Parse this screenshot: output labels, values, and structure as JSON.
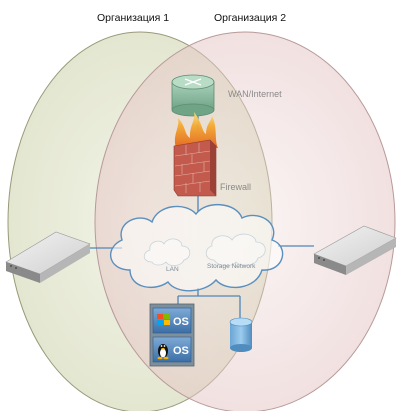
{
  "organizations": {
    "org1": {
      "label": "Организация 1",
      "color": "#c9cfa4"
    },
    "org2": {
      "label": "Организация 2",
      "color": "#e7c9c9"
    }
  },
  "devices": {
    "router": {
      "icon": "router-icon",
      "label": "WAN/Internet"
    },
    "firewall": {
      "icon": "firewall-icon",
      "label": "Firewall"
    },
    "cloud": {
      "icon": "network-cloud-icon",
      "sub_clouds": [
        {
          "icon": "lan-cloud-icon",
          "label": "LAN"
        },
        {
          "icon": "storage-cloud-icon",
          "label": "Storage Network"
        }
      ]
    },
    "server_left": {
      "icon": "rack-server-icon"
    },
    "server_right": {
      "icon": "rack-server-icon"
    },
    "os_windows": {
      "icon": "windows-logo-icon",
      "label": "OS"
    },
    "os_linux": {
      "icon": "linux-tux-icon",
      "label": "OS"
    },
    "storage_db": {
      "icon": "database-cylinder-icon"
    }
  },
  "colors": {
    "link": "#4f86b8",
    "cloud_fill": "#ffffff",
    "cloud_stroke": "#5b8fbd",
    "router": "#86b89f",
    "firewall_brick": "#c25a4d"
  }
}
